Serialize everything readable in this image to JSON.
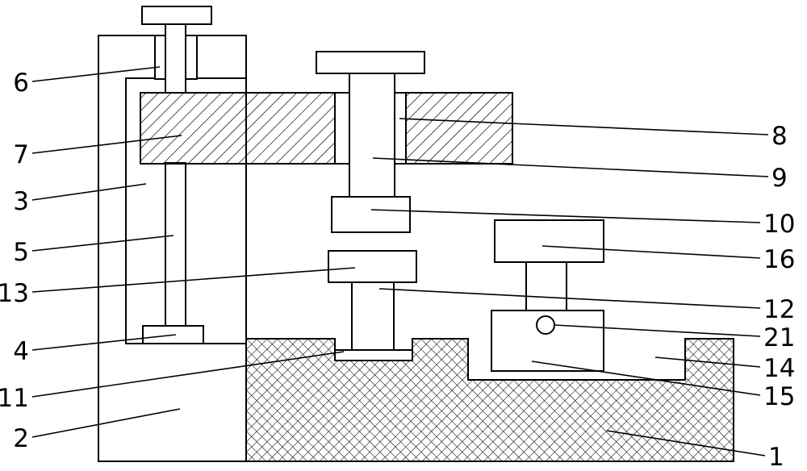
{
  "labels": {
    "l1": "1",
    "l2": "2",
    "l3": "3",
    "l4": "4",
    "l5": "5",
    "l6": "6",
    "l7": "7",
    "l8": "8",
    "l9": "9",
    "l10": "10",
    "l11": "11",
    "l12": "12",
    "l13": "13",
    "l14": "14",
    "l15": "15",
    "l16": "16",
    "l21": "21"
  },
  "colors": {
    "line": "#000000",
    "background": "#ffffff"
  }
}
